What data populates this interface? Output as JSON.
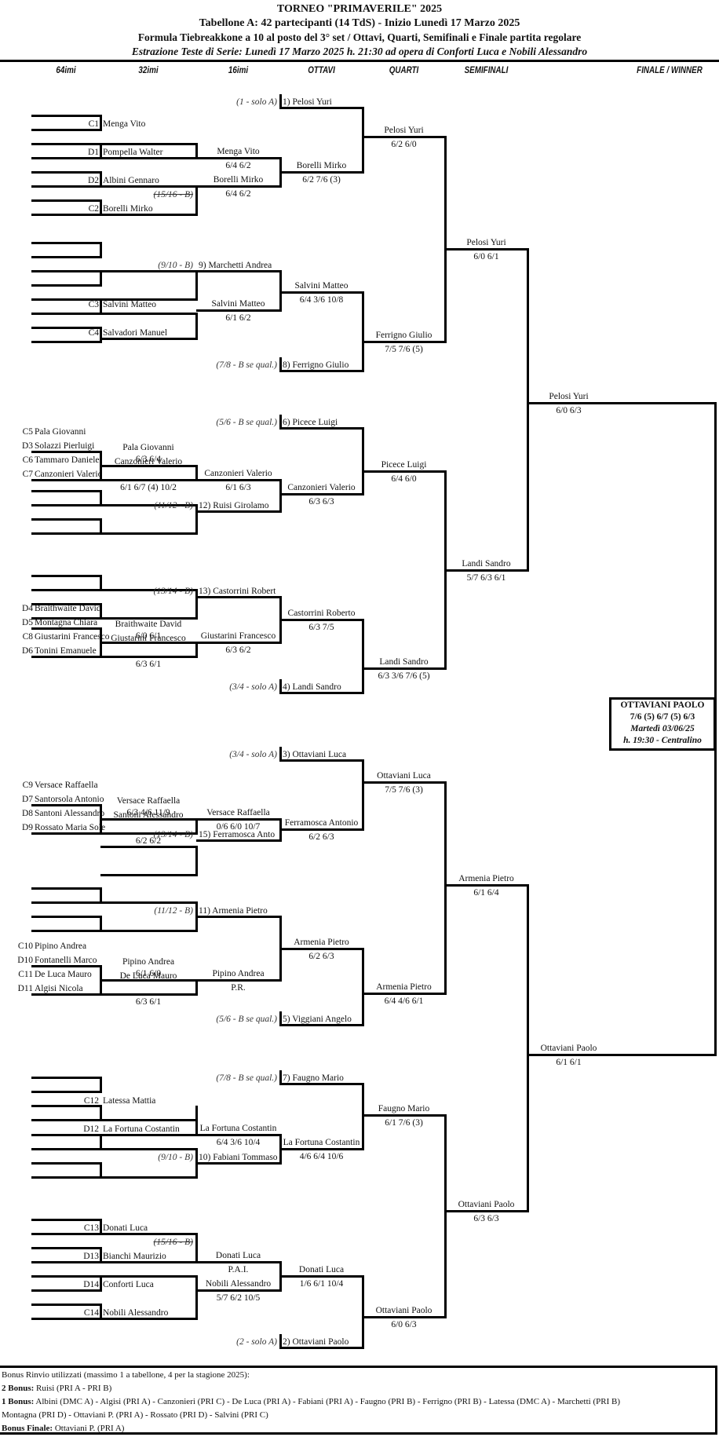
{
  "header": {
    "title": "TORNEO  \"PRIMAVERILE\"  2025",
    "subtitle": "Tabellone A: 42 partecipanti (14 TdS) - Inizio Lunedì 17 Marzo 2025",
    "formula": "Formula Tiebreakkone a 10 al posto del 3° set / Ottavi, Quarti, Semifinali e Finale partita regolare",
    "draw": "Estrazione Teste di Serie: Lunedì 17 Marzo 2025 h. 21:30 ad opera di Conforti Luca e Nobili Alessandro"
  },
  "columns": [
    "64imi",
    "32imi",
    "16imi",
    "OTTAVI",
    "QUARTI",
    "SEMIFINALI",
    "FINALE / WINNER"
  ],
  "entries_64": [
    {
      "code": "C1",
      "name": "Menga Vito"
    },
    {
      "code": "D1",
      "name": "Pompella Walter"
    },
    {
      "code": "D2",
      "name": "Albini Gennaro"
    },
    {
      "code": "C2",
      "name": "Borelli Mirko"
    },
    {
      "code": "C3",
      "name": "Salvini Matteo"
    },
    {
      "code": "C4",
      "name": "Salvadori Manuel"
    },
    {
      "code": "C5",
      "name": "Pala Giovanni"
    },
    {
      "code": "D3",
      "name": "Solazzi Pierluigi"
    },
    {
      "code": "C6",
      "name": "Tammaro Daniele"
    },
    {
      "code": "C7",
      "name": "Canzonieri Valerio"
    },
    {
      "code": "D4",
      "name": "Braithwaite David"
    },
    {
      "code": "D5",
      "name": "Montagna Chiara"
    },
    {
      "code": "C8",
      "name": "Giustarini Francesco"
    },
    {
      "code": "D6",
      "name": "Tonini Emanuele"
    },
    {
      "code": "C9",
      "name": "Versace Raffaella"
    },
    {
      "code": "D7",
      "name": "Santorsola Antonio"
    },
    {
      "code": "D8",
      "name": "Santoni Alessandro"
    },
    {
      "code": "D9",
      "name": "Rossato Maria Sole"
    },
    {
      "code": "C10",
      "name": "Pipino Andrea"
    },
    {
      "code": "D10",
      "name": "Fontanelli Marco"
    },
    {
      "code": "C11",
      "name": "De Luca Mauro"
    },
    {
      "code": "D11",
      "name": "Algisi Nicola"
    },
    {
      "code": "C12",
      "name": "Latessa Mattia"
    },
    {
      "code": "D12",
      "name": "La Fortuna Costantin"
    },
    {
      "code": "C13",
      "name": "Donati Luca"
    },
    {
      "code": "D13",
      "name": "Bianchi Maurizio"
    },
    {
      "code": "D14",
      "name": "Conforti Luca"
    },
    {
      "code": "C14",
      "name": "Nobili Alessandro"
    }
  ],
  "results_32": [
    {
      "winner": "Pala Giovanni",
      "score": "6/3  6/4"
    },
    {
      "winner": "Canzonieri Valerio",
      "score": "6/1  6/7 (4)  10/2"
    },
    {
      "winner": "Braithwaite David",
      "score": "6/0  6/1"
    },
    {
      "winner": "Giustarini Francesco",
      "score": "6/3  6/1"
    },
    {
      "winner": "Versace Raffaella",
      "score": "6/3  4/6  11/9"
    },
    {
      "winner": "Santoni Alessandro",
      "score": "6/2  6/2"
    },
    {
      "winner": "Pipino Andrea",
      "score": "6/1  6/0"
    },
    {
      "winner": "De Luca Mauro",
      "score": "6/3  6/1"
    }
  ],
  "results_16": [
    {
      "winner": "Menga Vito",
      "score": "6/4  6/2"
    },
    {
      "winner": "Borelli Mirko",
      "score": "6/4  6/2"
    },
    {
      "winner": "Salvini Matteo",
      "score": "6/1  6/2"
    },
    {
      "winner": "Canzonieri Valerio",
      "score": "6/1  6/3"
    },
    {
      "winner": "Giustarini Francesco",
      "score": "6/3  6/2"
    },
    {
      "winner": "Versace Raffaella",
      "score": "0/6  6/0  10/7"
    },
    {
      "winner": "Pipino Andrea",
      "score": "P.R."
    },
    {
      "winner": "La Fortuna Costantin",
      "score": "6/4  3/6  10/4"
    },
    {
      "winner": "Donati Luca",
      "score": "P.A.I."
    },
    {
      "winner": "Nobili Alessandro",
      "score": "5/7  6/2  10/5"
    }
  ],
  "seeds_16": [
    {
      "note": "(15/16 - B)",
      "name": "",
      "struck": true
    },
    {
      "note": "(9/10 - B)",
      "name": "9) Marchetti Andrea",
      "struck": false
    },
    {
      "note": "(11/12 - B)",
      "name": "12) Ruisi Girolamo",
      "struck": false
    },
    {
      "note": "(13/14 - B)",
      "name": "13) Castorrini Robert",
      "struck": false
    },
    {
      "note": "(13/14 - B)",
      "name": "15) Ferramosca Anto",
      "struck": false
    },
    {
      "note": "(11/12 - B)",
      "name": "11) Armenia Pietro",
      "struck": false
    },
    {
      "note": "(9/10 - B)",
      "name": "10) Fabiani Tommaso",
      "struck": false
    },
    {
      "note": "(15/16 - B)",
      "name": "",
      "struck": true
    }
  ],
  "seeds_ottavi": [
    {
      "note": "(1 - solo A)",
      "name": "1) Pelosi Yuri"
    },
    {
      "note": "(7/8 - B se qual.)",
      "name": "8) Ferrigno Giulio"
    },
    {
      "note": "(5/6 - B se qual.)",
      "name": "6) Picece Luigi"
    },
    {
      "note": "(3/4 - solo A)",
      "name": "4) Landi Sandro"
    },
    {
      "note": "(3/4 - solo A)",
      "name": "3) Ottaviani Luca"
    },
    {
      "note": "(5/6 - B se qual.)",
      "name": "5) Viggiani Angelo"
    },
    {
      "note": "(7/8 - B se qual.)",
      "name": "7) Faugno Mario"
    },
    {
      "note": "(2 - solo A)",
      "name": "2) Ottaviani Paolo"
    }
  ],
  "results_ottavi": [
    {
      "winner": "Borelli Mirko",
      "score": "6/2  7/6 (3)"
    },
    {
      "winner": "Salvini Matteo",
      "score": "6/4  3/6  10/8"
    },
    {
      "winner": "Canzonieri Valerio",
      "score": "6/3  6/3"
    },
    {
      "winner": "Castorrini Roberto",
      "score": "6/3  7/5"
    },
    {
      "winner": "Ferramosca Antonio",
      "score": "6/2  6/3"
    },
    {
      "winner": "Armenia Pietro",
      "score": "6/2  6/3"
    },
    {
      "winner": "La Fortuna Costantin",
      "score": "4/6  6/4  10/6"
    },
    {
      "winner": "Donati Luca",
      "score": "1/6  6/1  10/4"
    }
  ],
  "results_quarti": [
    {
      "winner": "Pelosi Yuri",
      "score": "6/2  6/0"
    },
    {
      "winner": "Ferrigno Giulio",
      "score": "7/5  7/6 (5)"
    },
    {
      "winner": "Picece Luigi",
      "score": "6/4  6/0"
    },
    {
      "winner": "Landi Sandro",
      "score": "6/3  3/6  7/6 (5)"
    },
    {
      "winner": "Ottaviani Luca",
      "score": "7/5  7/6 (3)"
    },
    {
      "winner": "Armenia Pietro",
      "score": "6/4  4/6  6/1"
    },
    {
      "winner": "Faugno Mario",
      "score": "6/1  7/6 (3)"
    },
    {
      "winner": "Ottaviani Paolo",
      "score": "6/0  6/3"
    }
  ],
  "results_semi": [
    {
      "winner": "Pelosi Yuri",
      "score": "6/0  6/1"
    },
    {
      "winner": "Landi Sandro",
      "score": "5/7  6/3  6/1"
    },
    {
      "winner": "Armenia Pietro",
      "score": "6/1  6/4"
    },
    {
      "winner": "Ottaviani Paolo",
      "score": "6/3  6/3"
    }
  ],
  "results_finalists": [
    {
      "winner": "Pelosi Yuri",
      "score": "6/0  6/3"
    },
    {
      "winner": "Ottaviani Paolo",
      "score": "6/1  6/1"
    }
  ],
  "final": {
    "winner": "OTTAVIANI PAOLO",
    "score": "7/6 (5)  6/7 (5)  6/3",
    "date": "Martedì 03/06/25",
    "time_place": "h. 19:30 - Centralino"
  },
  "bonus": {
    "intro": "Bonus Rinvio utilizzati (massimo 1 a tabellone, 4 per la stagione 2025):",
    "two_label": "2 Bonus:",
    "two_text": " Ruisi (PRI A - PRI B)",
    "one_label": "1 Bonus:",
    "one_text": " Albini (DMC A) - Algisi (PRI A) - Canzonieri (PRI C) - De Luca (PRI A) - Fabiani (PRI A) - Faugno (PRI B) - Ferrigno (PRI B) - Latessa (DMC A) - Marchetti (PRI B)",
    "one_text_cont": "Montagna (PRI D) - Ottaviani P. (PRI A) - Rossato (PRI D) - Salvini (PRI C)",
    "final_label": "Bonus Finale:",
    "final_text": " Ottaviani P. (PRI A)"
  }
}
